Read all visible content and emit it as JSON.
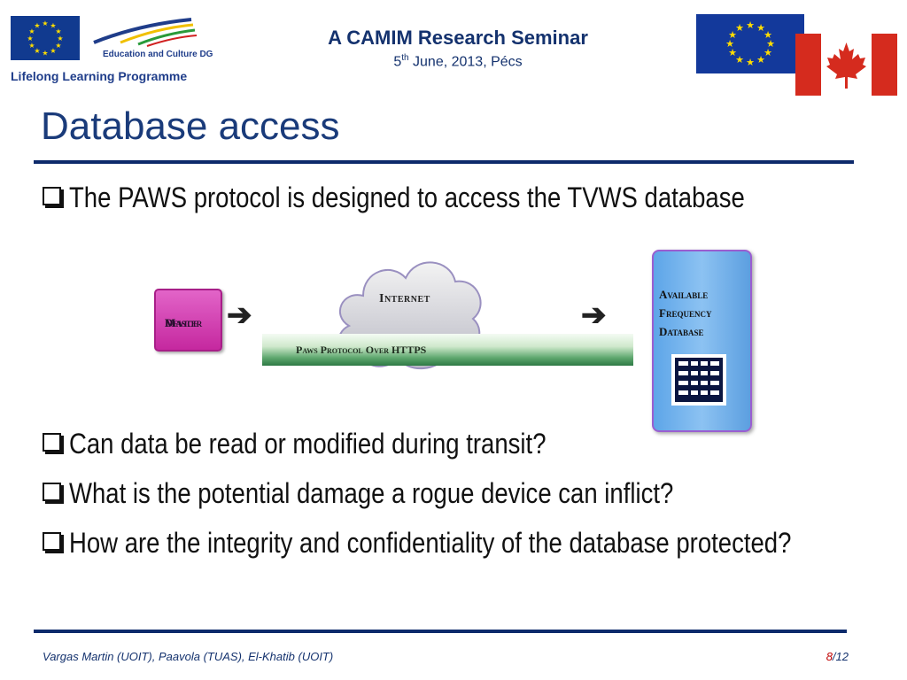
{
  "header": {
    "logo_left": {
      "edu_text": "Education and Culture DG",
      "programme_text": "Lifelong Learning Programme"
    },
    "seminar_title": "A CAMIM Research Seminar",
    "date_day": "5",
    "date_suffix": "th",
    "date_rest": " June, 2013, Pécs"
  },
  "slide": {
    "title": "Database access",
    "bullets": [
      "The PAWS protocol is designed to access the TVWS database",
      "Can data be read or modified during transit?",
      "What is the potential damage a rogue device can inflict?",
      "How are the integrity and confidentiality of the database protected?"
    ]
  },
  "diagram": {
    "master_line1": "Master",
    "master_line2": "Device",
    "internet": "Internet",
    "paws": "Paws Protocol Over HTTPS",
    "afd_line1": "Available",
    "afd_line2": "Frequency",
    "afd_line3": "Database",
    "arrow_glyph": "➔"
  },
  "footer": {
    "authors": "Vargas Martin (UOIT), Paavola (TUAS), El-Khatib (UOIT)",
    "page_current": "8",
    "page_total": "/12"
  },
  "colors": {
    "title_blue": "#1a3b7a",
    "rule_navy": "#0d2a6b",
    "eu_blue": "#13399b",
    "canada_red": "#d52b1e",
    "master_magenta": "#d44ab5",
    "afd_blue": "#6aaeea",
    "page_red": "#c00000"
  }
}
